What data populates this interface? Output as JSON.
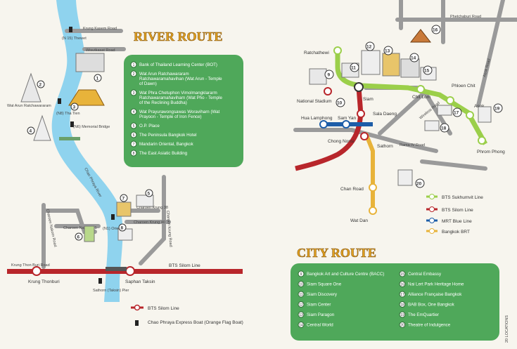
{
  "river_route": {
    "title": "RIVER ROUTE",
    "items": [
      {
        "num": "1",
        "text": "Bank of Thailand Learning Center (BOT)"
      },
      {
        "num": "2",
        "text": "Wat Arun Ratchawararam Ratchawaramahavihan (Wat Arun - Temple of Dawn)"
      },
      {
        "num": "3",
        "text": "Wat Phra Chetuphon Vimolmangklararm Ratchawaramahaviharn (Wat Pho - Temple of the Reclining Buddha)"
      },
      {
        "num": "4",
        "text": "Wat Prayurawongsawas Woraviharn (Wat Prayoon - Temple of Iron Fence)"
      },
      {
        "num": "5",
        "text": "O.P. Place"
      },
      {
        "num": "6",
        "text": "The Peninsula Bangkok Hotel"
      },
      {
        "num": "7",
        "text": "Mandarin Oriental, Bangkok"
      },
      {
        "num": "8",
        "text": "The East Asiatic Building"
      }
    ]
  },
  "city_route": {
    "title": "CITY ROUTE",
    "left_items": [
      {
        "num": "9",
        "text": "Bangkok Art and Culture Centre (BACC)"
      },
      {
        "num": "10",
        "text": "Siam Square One"
      },
      {
        "num": "11",
        "text": "Siam Discovery"
      },
      {
        "num": "12",
        "text": "Siam Center"
      },
      {
        "num": "13",
        "text": "Siam Paragon"
      },
      {
        "num": "14",
        "text": "Central World"
      }
    ],
    "right_items": [
      {
        "num": "15",
        "text": "Central Embassy"
      },
      {
        "num": "16",
        "text": "Nai Lert Park Heritage Home"
      },
      {
        "num": "17",
        "text": "Alliance Française Bangkok"
      },
      {
        "num": "18",
        "text": "BAB Box, One Bangkok"
      },
      {
        "num": "19",
        "text": "The EmQuartier"
      },
      {
        "num": "20",
        "text": "Theatre of Indulgence"
      }
    ]
  },
  "river_labels": {
    "krung_kasem": "Krung Kasem Road",
    "thewet": "(N 15) Thewet",
    "wisutkasat": "Wisutkasat Road",
    "wat_arun": "Wat Arun Ratchawararam",
    "tha_tien": "(N8) Tha Tien",
    "memorial": "(N6) Memorial Bridge",
    "chao_phraya": "Chao Phraya River",
    "charoen_krung_38": "Charoen Krung 38",
    "charoen_krung_40": "Charoen Krung 40",
    "oriental": "(N1) Oriental",
    "charoen_nakorn": "Charoen Nakorn Road",
    "charoen_nakorn_11": "Charoen Nakorn 11",
    "charoen_krung_road": "Charoen Krung Road",
    "krung_thon_buri": "Krung Thon Buri Road",
    "krung_thonburi_st": "Krung Thonburi",
    "silom_line": "BTS Silom Line",
    "saphan_taksin": "Saphan Taksin",
    "sathorn_pier": "Sathorn (Taksin) Pier"
  },
  "river_legend": {
    "silom": "BTS Silom Line",
    "boat": "Chao Phraya Express Boat (Orange Flag Boat)"
  },
  "city_labels": {
    "phetchaburi": "Phetchaburi Road",
    "ratchathewi": "Ratchathewi",
    "siam": "Siam",
    "national_stadium": "National Stadium",
    "chit_lom": "Chit Lom",
    "phloen_chit": "Phloen Chit",
    "asok": "Asok",
    "asok_road": "Asok Road",
    "phrom_phong": "Phrom Phong",
    "hua_lamphong": "Hua Lamphong",
    "sam_yan": "Sam Yan",
    "sala_daeng": "Sala Daeng",
    "chong_nonsi": "Chong Nonsi",
    "sathorn": "Sathorn",
    "rama_iv": "Rama IV Road",
    "wireless": "Wireless Road",
    "chan_road": "Chan Road",
    "wat_dan": "Wat Dan"
  },
  "city_legend": {
    "sukhumvit": "BTS Sukhumvit Line",
    "silom": "BTS Silom Line",
    "mrt": "MRT Blue Line",
    "brt": "Bangkok BRT"
  },
  "page_label": "20 LOCATIONS",
  "colors": {
    "river": "#8fd3ee",
    "panel": "#4fa85a",
    "sukhumvit": "#9bcf4a",
    "silom": "#b8262b",
    "mrt": "#1d5da8",
    "brt": "#e8b33a",
    "road": "#9a9a9a",
    "title": "#e0a020"
  }
}
